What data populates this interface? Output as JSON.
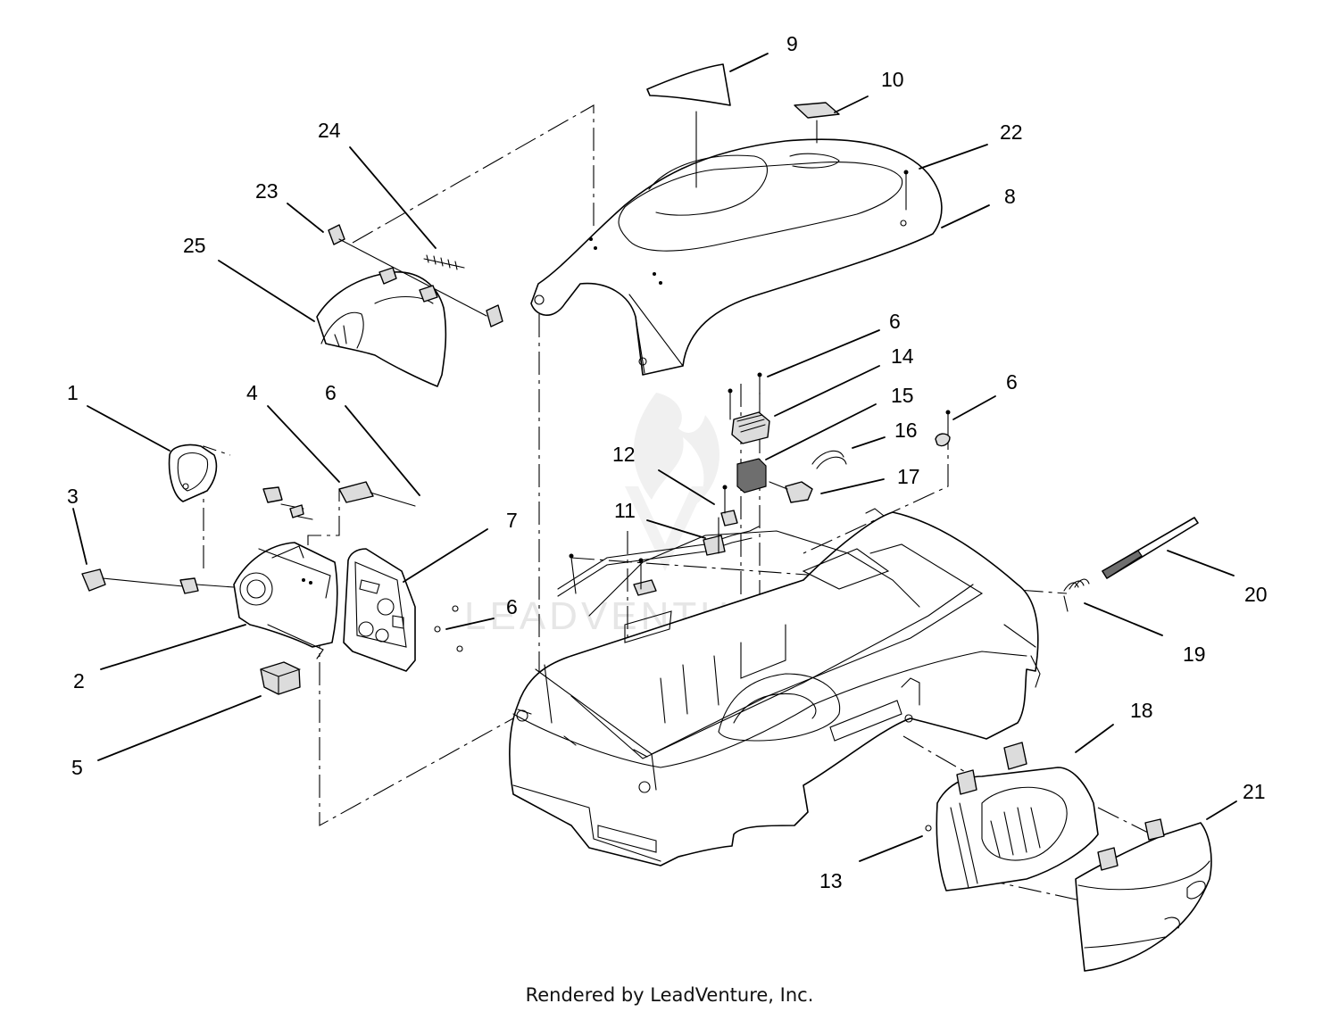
{
  "diagram": {
    "callouts": [
      {
        "id": "c1",
        "label": "1"
      },
      {
        "id": "c2",
        "label": "2"
      },
      {
        "id": "c3",
        "label": "3"
      },
      {
        "id": "c4",
        "label": "4"
      },
      {
        "id": "c5",
        "label": "5"
      },
      {
        "id": "c6a",
        "label": "6"
      },
      {
        "id": "c6b",
        "label": "6"
      },
      {
        "id": "c6c",
        "label": "6"
      },
      {
        "id": "c6d",
        "label": "6"
      },
      {
        "id": "c7",
        "label": "7"
      },
      {
        "id": "c8",
        "label": "8"
      },
      {
        "id": "c9",
        "label": "9"
      },
      {
        "id": "c10",
        "label": "10"
      },
      {
        "id": "c11",
        "label": "11"
      },
      {
        "id": "c12",
        "label": "12"
      },
      {
        "id": "c13",
        "label": "13"
      },
      {
        "id": "c14",
        "label": "14"
      },
      {
        "id": "c15",
        "label": "15"
      },
      {
        "id": "c16",
        "label": "16"
      },
      {
        "id": "c17",
        "label": "17"
      },
      {
        "id": "c18",
        "label": "18"
      },
      {
        "id": "c19",
        "label": "19"
      },
      {
        "id": "c20",
        "label": "20"
      },
      {
        "id": "c21",
        "label": "21"
      },
      {
        "id": "c22",
        "label": "22"
      },
      {
        "id": "c23",
        "label": "23"
      },
      {
        "id": "c24",
        "label": "24"
      },
      {
        "id": "c25",
        "label": "25"
      }
    ],
    "watermark": "LEADVENTURE",
    "credit": "Rendered by LeadVenture, Inc."
  }
}
